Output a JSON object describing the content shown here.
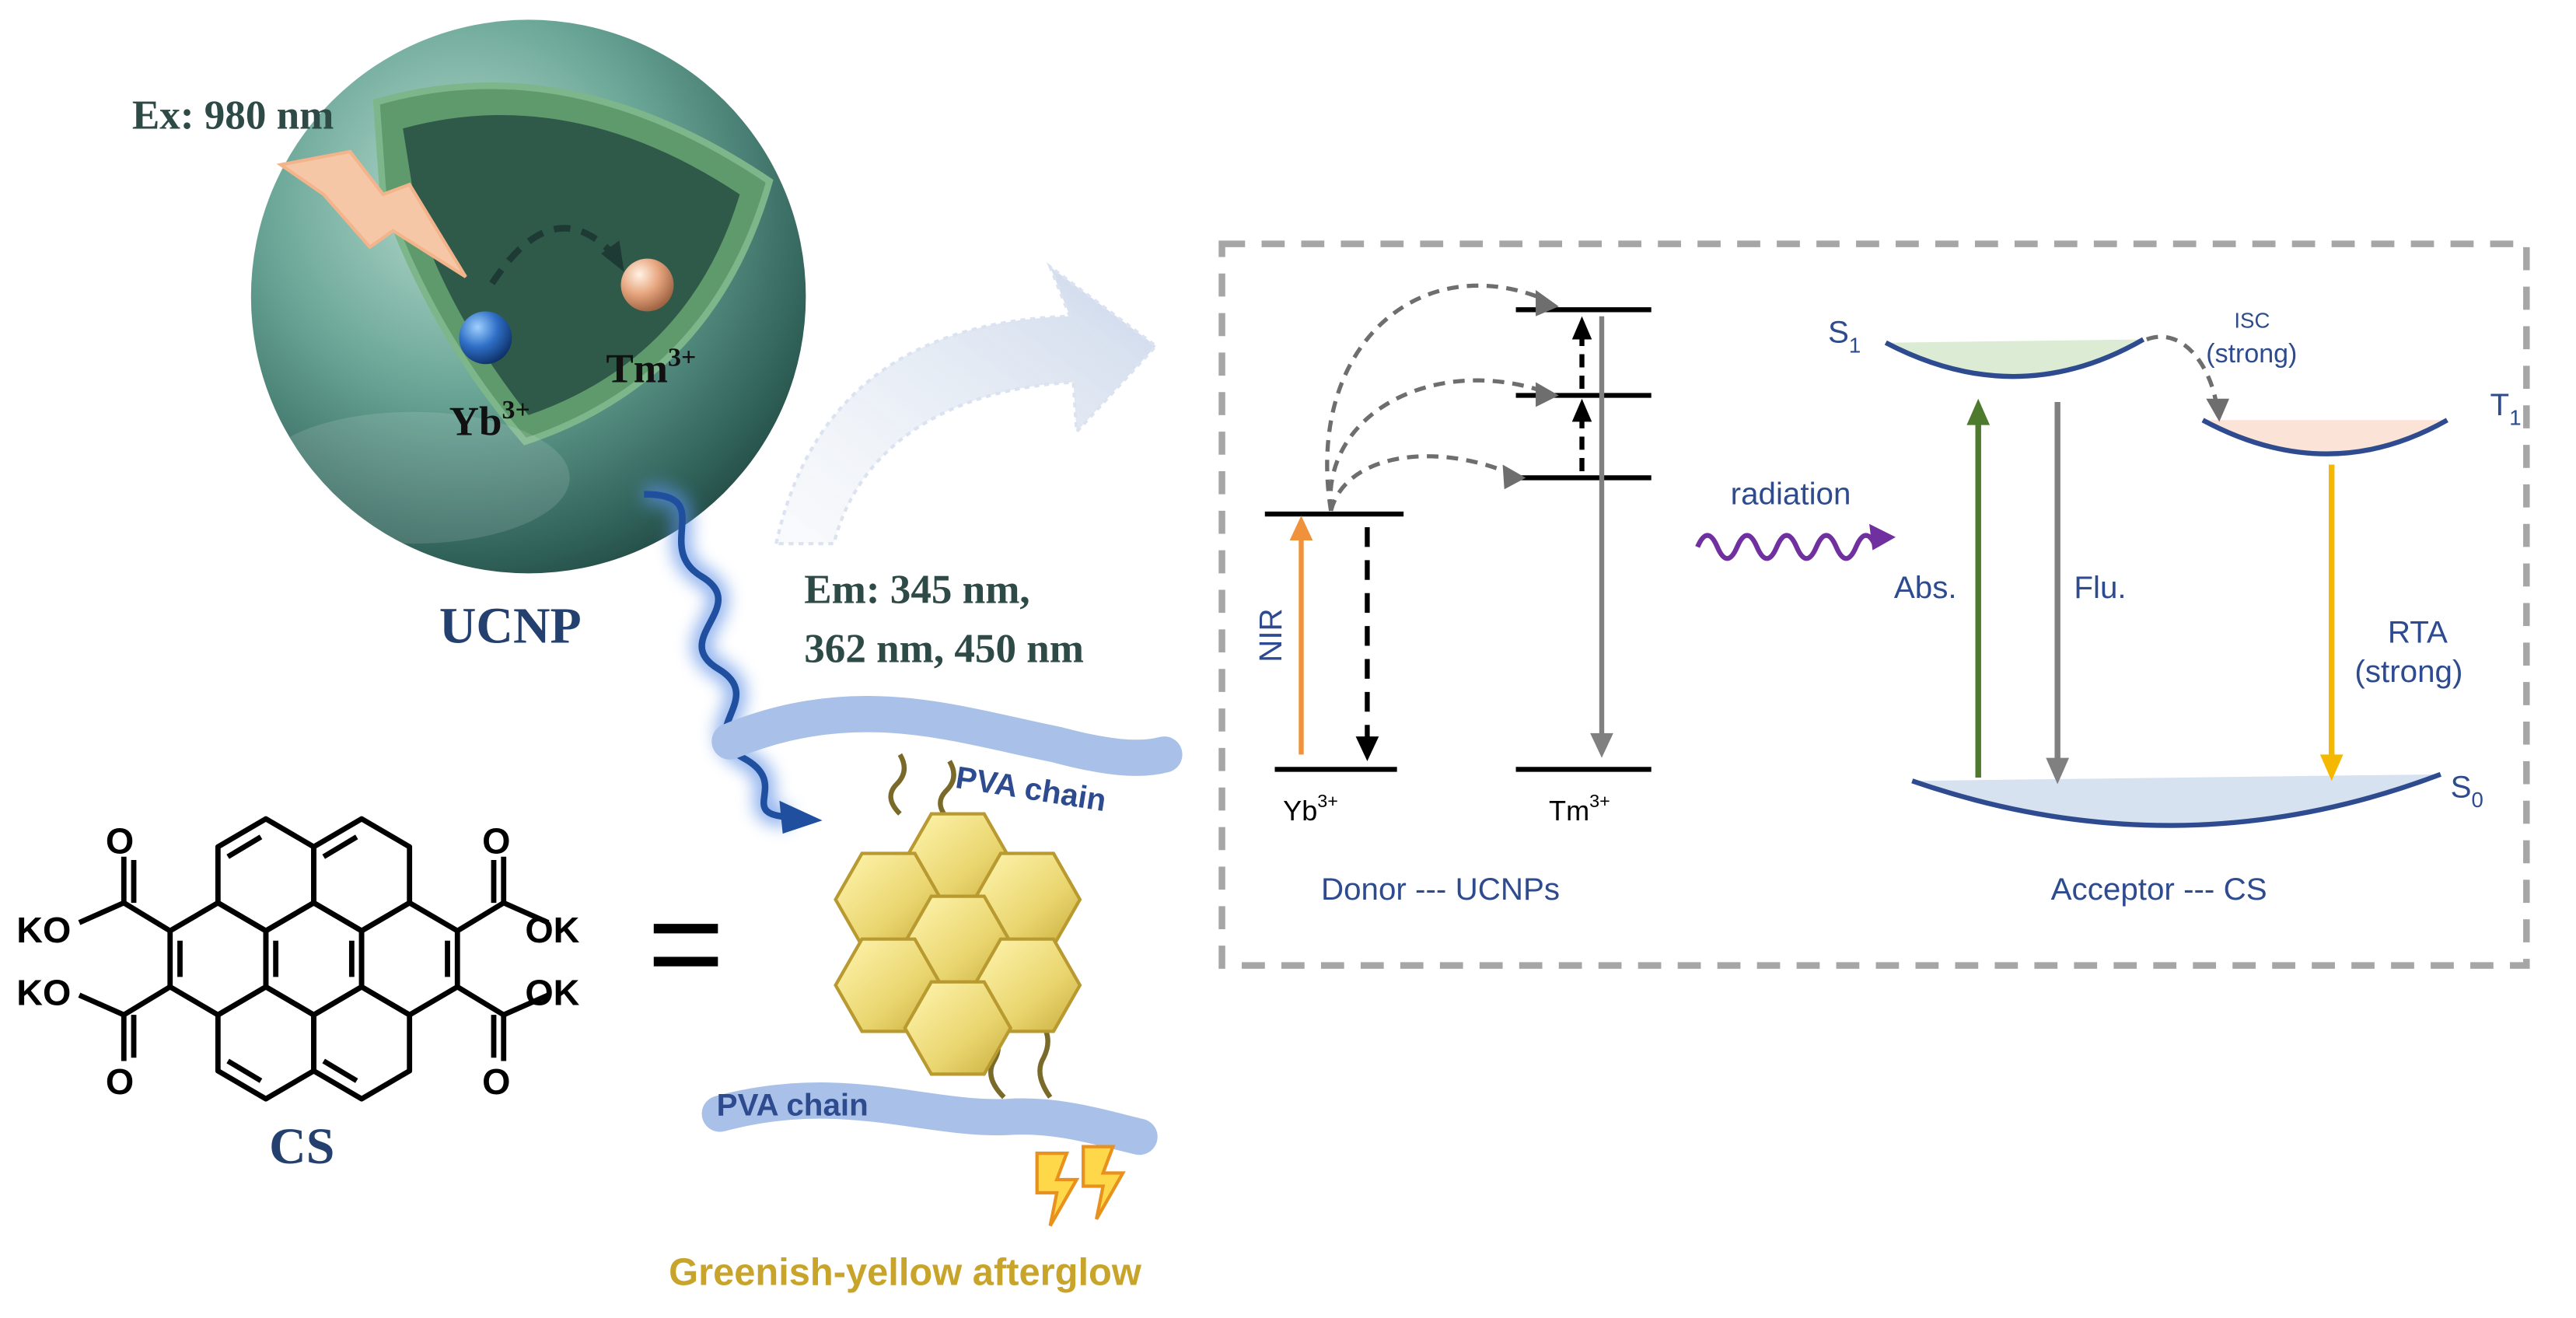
{
  "ucnp": {
    "excitation": "Ex: 980 nm",
    "ion_yb": "Yb",
    "ion_yb_sup": "3+",
    "ion_tm": "Tm",
    "ion_tm_sup": "3+",
    "label": "UCNP",
    "emission_line1": "Em: 345 nm,",
    "emission_line2": "362 nm, 450 nm"
  },
  "polymer": {
    "chain_top": "PVA chain",
    "chain_bottom": "PVA chain",
    "afterglow": "Greenish-yellow afterglow"
  },
  "molecule": {
    "label": "CS",
    "equals": "=",
    "o_top_left": "O",
    "ko_upper_left": "KO",
    "ko_lower_left": "KO",
    "o_bottom_left": "O",
    "o_top_right": "O",
    "ok_upper_right": "OK",
    "ok_lower_right": "OK",
    "o_bottom_right": "O"
  },
  "energy": {
    "nir": "NIR",
    "yb": "Yb",
    "yb_sup": "3+",
    "tm": "Tm",
    "tm_sup": "3+",
    "donor": "Donor --- UCNPs",
    "radiation": "radiation",
    "s1": "S",
    "s1_sub": "1",
    "t1": "T",
    "t1_sub": "1",
    "s0": "S",
    "s0_sub": "0",
    "isc_line1": "ISC",
    "isc_line2": "(strong)",
    "abs": "Abs.",
    "flu": "Flu.",
    "rta_line1": "RTA",
    "rta_line2": "(strong)",
    "acceptor": "Acceptor --- CS"
  },
  "colors": {
    "dark_teal_text": "#2e4a47",
    "navy": "#24406e",
    "blue_label": "#2d4b8e",
    "gold_text": "#c8a42a",
    "dash_box": "#a6a6a6",
    "nir_orange": "#f0923c",
    "abs_green": "#4e7a2e",
    "flu_gray": "#808080",
    "rta_yellow": "#f5b800",
    "radiation_purple": "#7030a0"
  }
}
